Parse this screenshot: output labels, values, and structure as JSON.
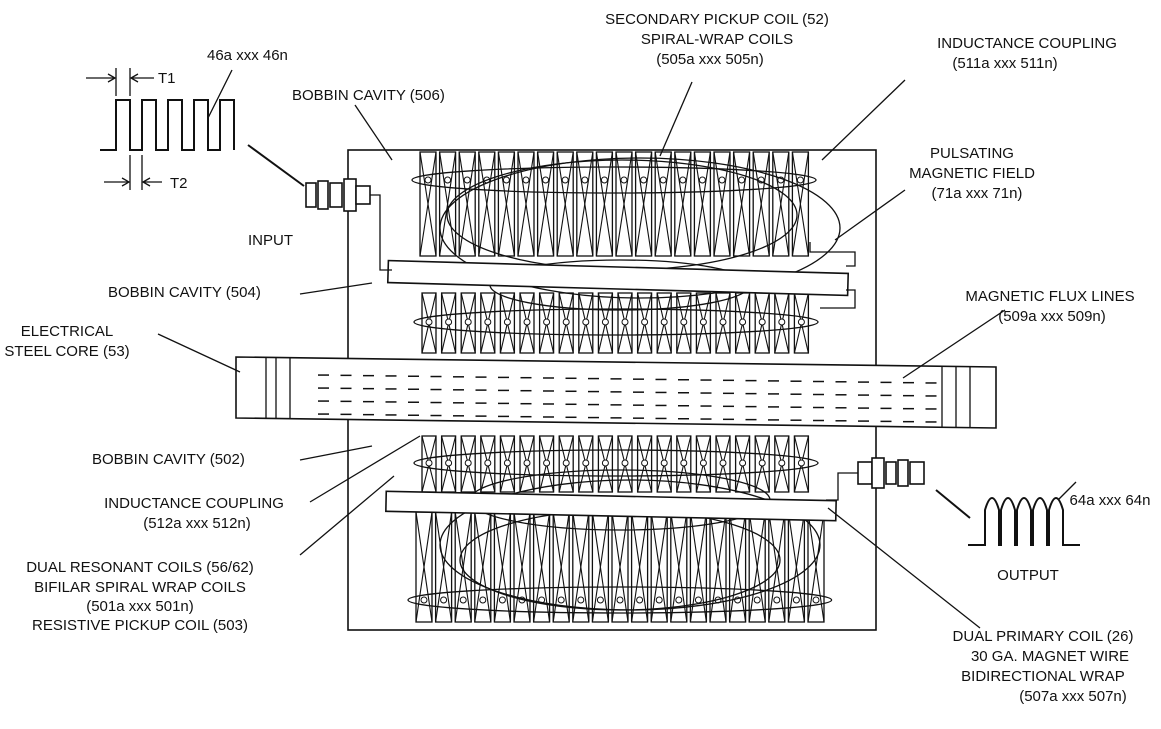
{
  "labels": {
    "secondary_pickup_l1": "SECONDARY PICKUP COIL (52)",
    "secondary_pickup_l2": "SPIRAL-WRAP COILS",
    "secondary_pickup_l3": "(505a xxx 505n)",
    "inductance_top_l1": "INDUCTANCE COUPLING",
    "inductance_top_l2": "(511a xxx 511n)",
    "pulse_in": "46a xxx 46n",
    "t1": "T1",
    "t2": "T2",
    "bobbin_506": "BOBBIN CAVITY (506)",
    "pulsating_l1": "PULSATING",
    "pulsating_l2": "MAGNETIC FIELD",
    "pulsating_l3": "(71a xxx 71n)",
    "input": "INPUT",
    "bobbin_504": "BOBBIN CAVITY (504)",
    "flux_l1": "MAGNETIC FLUX LINES",
    "flux_l2": "(509a xxx 509n)",
    "steel_l1": "ELECTRICAL",
    "steel_l2": "STEEL CORE (53)",
    "bobbin_502": "BOBBIN CAVITY (502)",
    "inductance_bot_l1": "INDUCTANCE COUPLING",
    "inductance_bot_l2": "(512a xxx 512n)",
    "pulse_out": "64a xxx 64n",
    "dual_res_l1": "DUAL RESONANT COILS (56/62)",
    "dual_res_l2": "BIFILAR SPIRAL WRAP COILS",
    "dual_res_l3": "(501a xxx 501n)",
    "dual_res_l4": "RESISTIVE PICKUP COIL (503)",
    "output": "OUTPUT",
    "primary_l1": "DUAL PRIMARY COIL (26)",
    "primary_l2": "30 GA. MAGNET WIRE",
    "primary_l3": "BIDIRECTIONAL WRAP",
    "primary_l4": "(507a xxx 507n)"
  }
}
